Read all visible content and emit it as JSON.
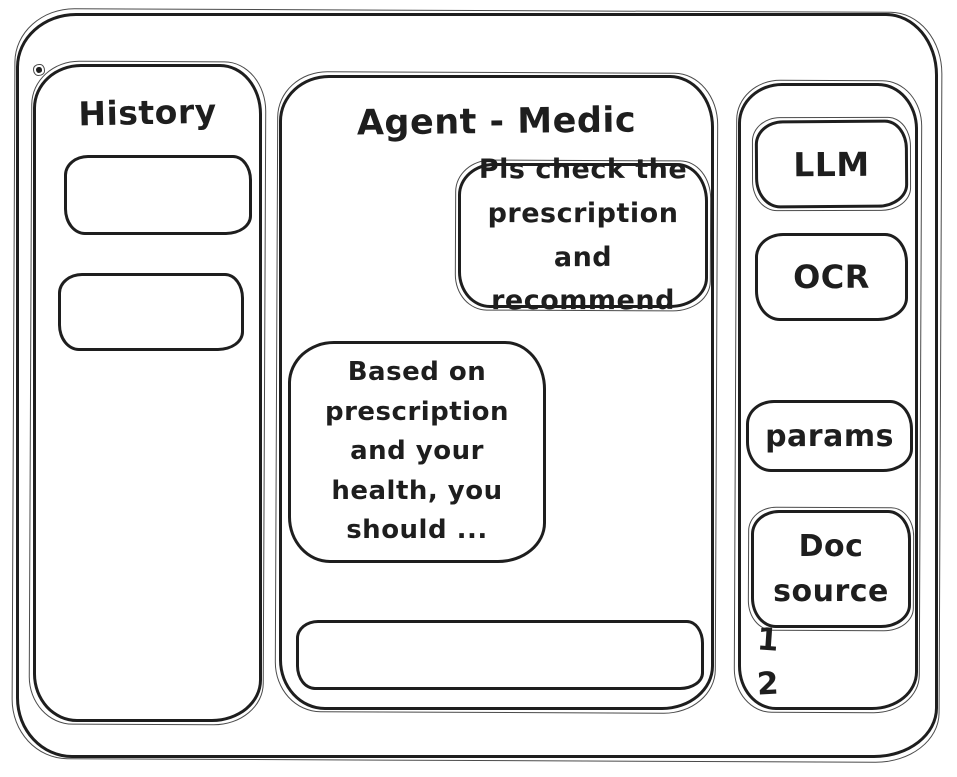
{
  "window": {
    "background_color": "#ffffff",
    "ink_color": "#1e1e1e"
  },
  "history_panel": {
    "title": "History",
    "items": [
      {
        "label": ""
      },
      {
        "label": ""
      }
    ]
  },
  "chat_panel": {
    "title": "Agent - Medic",
    "messages": [
      {
        "role": "user",
        "align": "right",
        "text": "Pls check the prescription and recommend"
      },
      {
        "role": "assistant",
        "align": "left",
        "text": "Based on prescription and your health, you should ..."
      }
    ],
    "input": {
      "value": "",
      "placeholder": ""
    }
  },
  "tools_panel": {
    "buttons": [
      {
        "label": "LLM"
      },
      {
        "label": "OCR"
      },
      {
        "label": "params"
      },
      {
        "label": "Doc source"
      }
    ],
    "doc_source_markers": [
      "1",
      "2"
    ]
  }
}
